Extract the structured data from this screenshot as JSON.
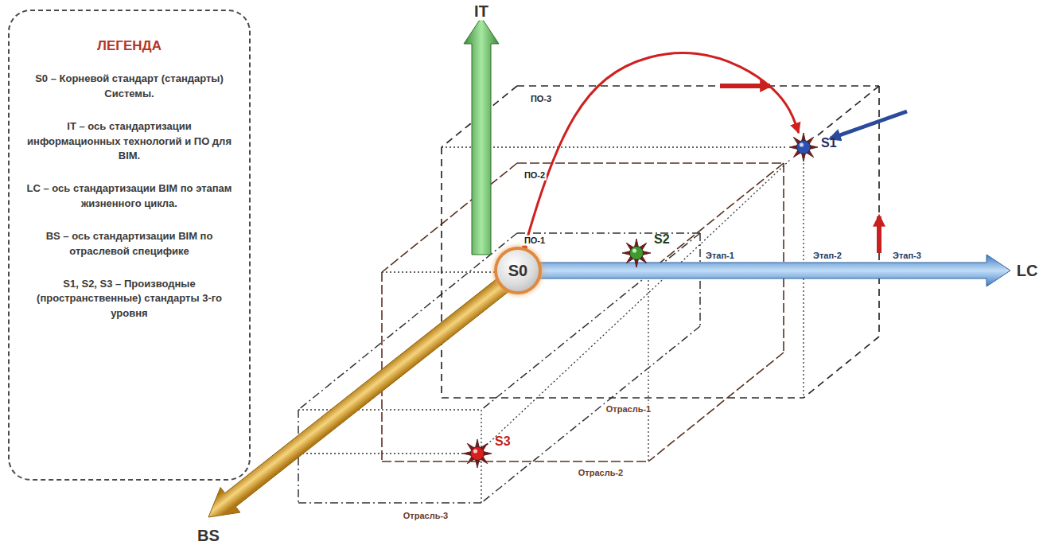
{
  "diagram": {
    "nodes": [
      {
        "text": [
          "ЛЕГЕНДА",
          "S0 – Корневой стандарт (стандарты) Системы.",
          "IT – ось стандартизации информационных технологий и ПО для BIM.",
          "LC – ось стандартизации BIM по этапам жизненного цикла.",
          "BS – ось стандартизации BIM по отраслевой специфике",
          "S1, S2, S3 – Производные (пространственные) стандарты 3-го уровня"
        ]
      },
      {
        "text": [
          "S0"
        ]
      },
      {
        "text": [
          "S1"
        ]
      },
      {
        "text": [
          "S2"
        ]
      },
      {
        "text": [
          "S3"
        ]
      }
    ],
    "edges": [
      {
        "from": 1,
        "to": 2,
        "arrow": "to"
      }
    ],
    "labels": [
      "IT",
      "ПО-3",
      "ПО-2",
      "ПО-1",
      "Этап-1",
      "Этап-2",
      "Этап-3",
      "LC",
      "Отрасль-1",
      "Отрасль-2",
      "Отрасль-3",
      "BS"
    ]
  }
}
